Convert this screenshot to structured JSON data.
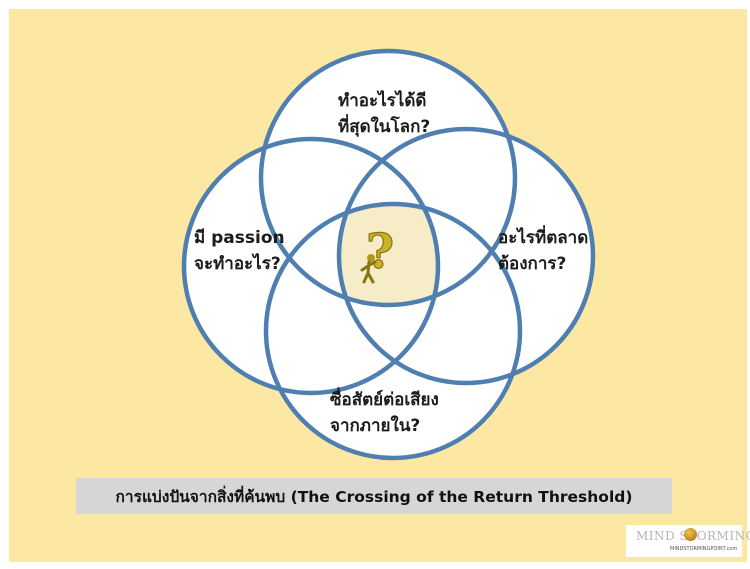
{
  "diagram": {
    "top_label": [
      "ทำอะไรได้ดี",
      "ที่สุดในโลก?"
    ],
    "left_label": [
      "มี passion",
      "จะทำอะไร?"
    ],
    "right_label": [
      "อะไรที่ตลาด",
      "ต้องการ?"
    ],
    "bottom_label": [
      "ซื่อสัตย์ต่อเสียง",
      "จากภายใน?"
    ],
    "center_symbol": "?",
    "circle_stroke_color": "#4f7fb0",
    "circle_fill_color": "#ffffff",
    "background_color": "#fde8a3",
    "center_fill_color": "#f6ecc8",
    "symbol_color": "#b09a16"
  },
  "caption": "การแบ่งปันจากสิ่งที่ค้นพบ (The Crossing of the Return Threshold)",
  "logo": {
    "text": "MIND STORMING",
    "subtext": "MINDSTORMINGPOINT.com"
  }
}
